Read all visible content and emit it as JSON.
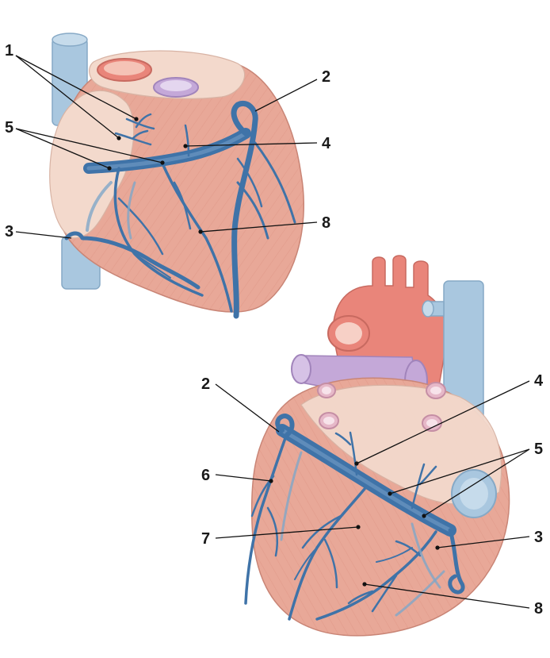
{
  "colors": {
    "myocardium": "#e8a898",
    "myocardium_light": "#f2c4b6",
    "fat": "#f3d9cc",
    "vein": "#3f73a8",
    "vein_light": "#7fa6c8",
    "vena_cava": "#a9c7df",
    "aorta": "#e9857a",
    "pulmonary_vessel": "#c4a8d8",
    "label": "#1a1a1a"
  },
  "labels": {
    "n1": "1",
    "n2": "2",
    "n3": "3",
    "n4": "4",
    "n5": "5",
    "n6": "6",
    "n7": "7",
    "n8": "8"
  }
}
